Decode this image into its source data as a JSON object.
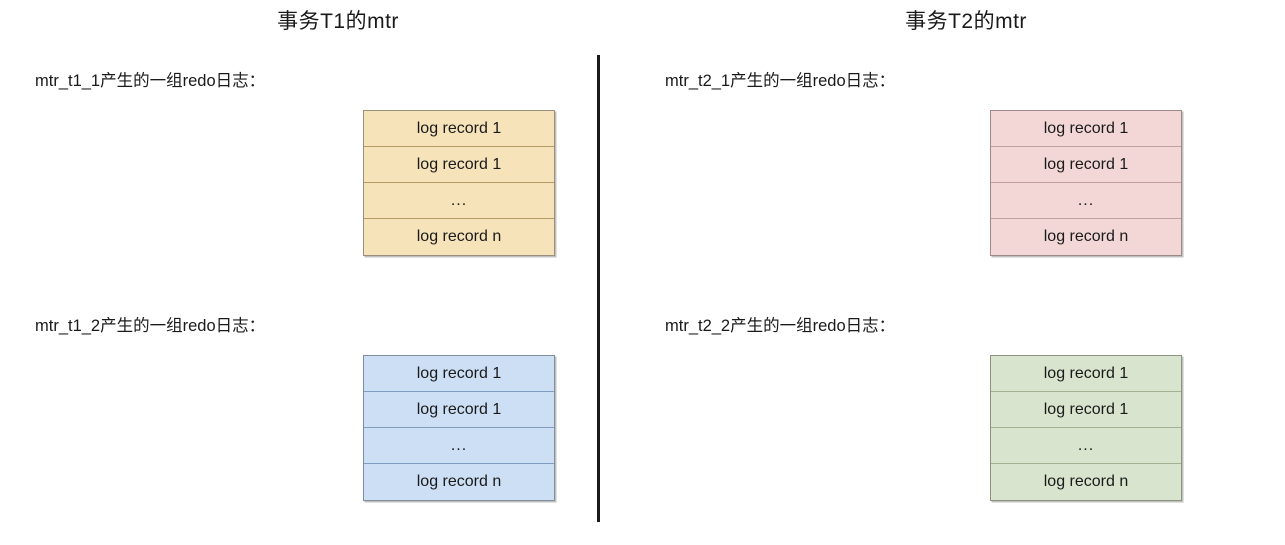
{
  "diagram": {
    "divider_color": "#1a1a1a",
    "columns": [
      {
        "title": "事务T1的mtr",
        "groups": [
          {
            "label": "mtr_t1_1产生的一组redo日志：",
            "palette_name": "tan",
            "fill_color": "#f6e3b9",
            "border_color": "#b49a63",
            "rows": [
              "log record 1",
              "log record 1",
              "...",
              "log record n"
            ]
          },
          {
            "label": "mtr_t1_2产生的一组redo日志：",
            "palette_name": "blue",
            "fill_color": "#ccdff5",
            "border_color": "#7f9dc0",
            "rows": [
              "log record 1",
              "log record 1",
              "...",
              "log record n"
            ]
          }
        ]
      },
      {
        "title": "事务T2的mtr",
        "groups": [
          {
            "label": "mtr_t2_1产生的一组redo日志：",
            "palette_name": "pink",
            "fill_color": "#f3d7d7",
            "border_color": "#c2a0a0",
            "rows": [
              "log record 1",
              "log record 1",
              "...",
              "log record n"
            ]
          },
          {
            "label": "mtr_t2_2产生的一组redo日志：",
            "palette_name": "green",
            "fill_color": "#d8e4cd",
            "border_color": "#a1b392",
            "rows": [
              "log record 1",
              "log record 1",
              "...",
              "log record n"
            ]
          }
        ]
      }
    ]
  }
}
